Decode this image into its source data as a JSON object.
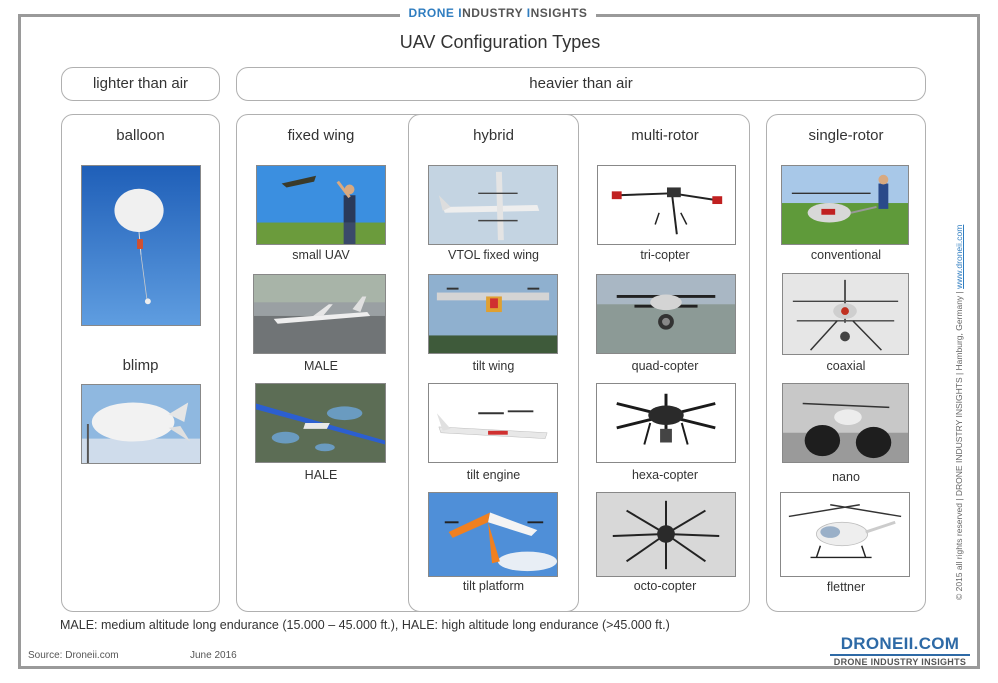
{
  "top_tag": {
    "part1_blue": "DRONE ",
    "part2": "I",
    "part3": "NDUSTRY ",
    "part4": "I",
    "part5": "NSIGHTS"
  },
  "title": "UAV Configuration Types",
  "groups": {
    "lighter": "lighter than air",
    "heavier": "heavier than air"
  },
  "columns": {
    "balloon": "balloon",
    "blimp": "blimp",
    "fixed_wing": "fixed wing",
    "hybrid": "hybrid",
    "multi_rotor": "multi-rotor",
    "single_rotor": "single-rotor"
  },
  "captions": {
    "fixed_wing": [
      "small UAV",
      "MALE",
      "HALE"
    ],
    "hybrid": [
      "VTOL fixed wing",
      "tilt wing",
      "tilt engine",
      "tilt platform"
    ],
    "multi_rotor": [
      "tri-copter",
      "quad-copter",
      "hexa-copter",
      "octo-copter"
    ],
    "single_rotor": [
      "conventional",
      "coaxial",
      "nano",
      "flettner"
    ]
  },
  "footnote": "MALE: medium altitude long endurance (15.000 – 45.000 ft.), HALE: high altitude long endurance (>45.000 ft.)",
  "source": "Source: Droneii.com",
  "date": "June 2016",
  "brand": {
    "main": "DRONEII.COM",
    "sub": "DRONE INDUSTRY INSIGHTS"
  },
  "vertical_note": {
    "text": "© 2015 all rights reserved | DRONE INDUSTRY INSIGHTS | Hamburg, Germany | ",
    "link": "www.droneii.com"
  },
  "icons": [
    "balloon-photo",
    "blimp-photo",
    "fixed-wing-photo",
    "hybrid-photo",
    "multicopter-photo",
    "helicopter-photo"
  ]
}
